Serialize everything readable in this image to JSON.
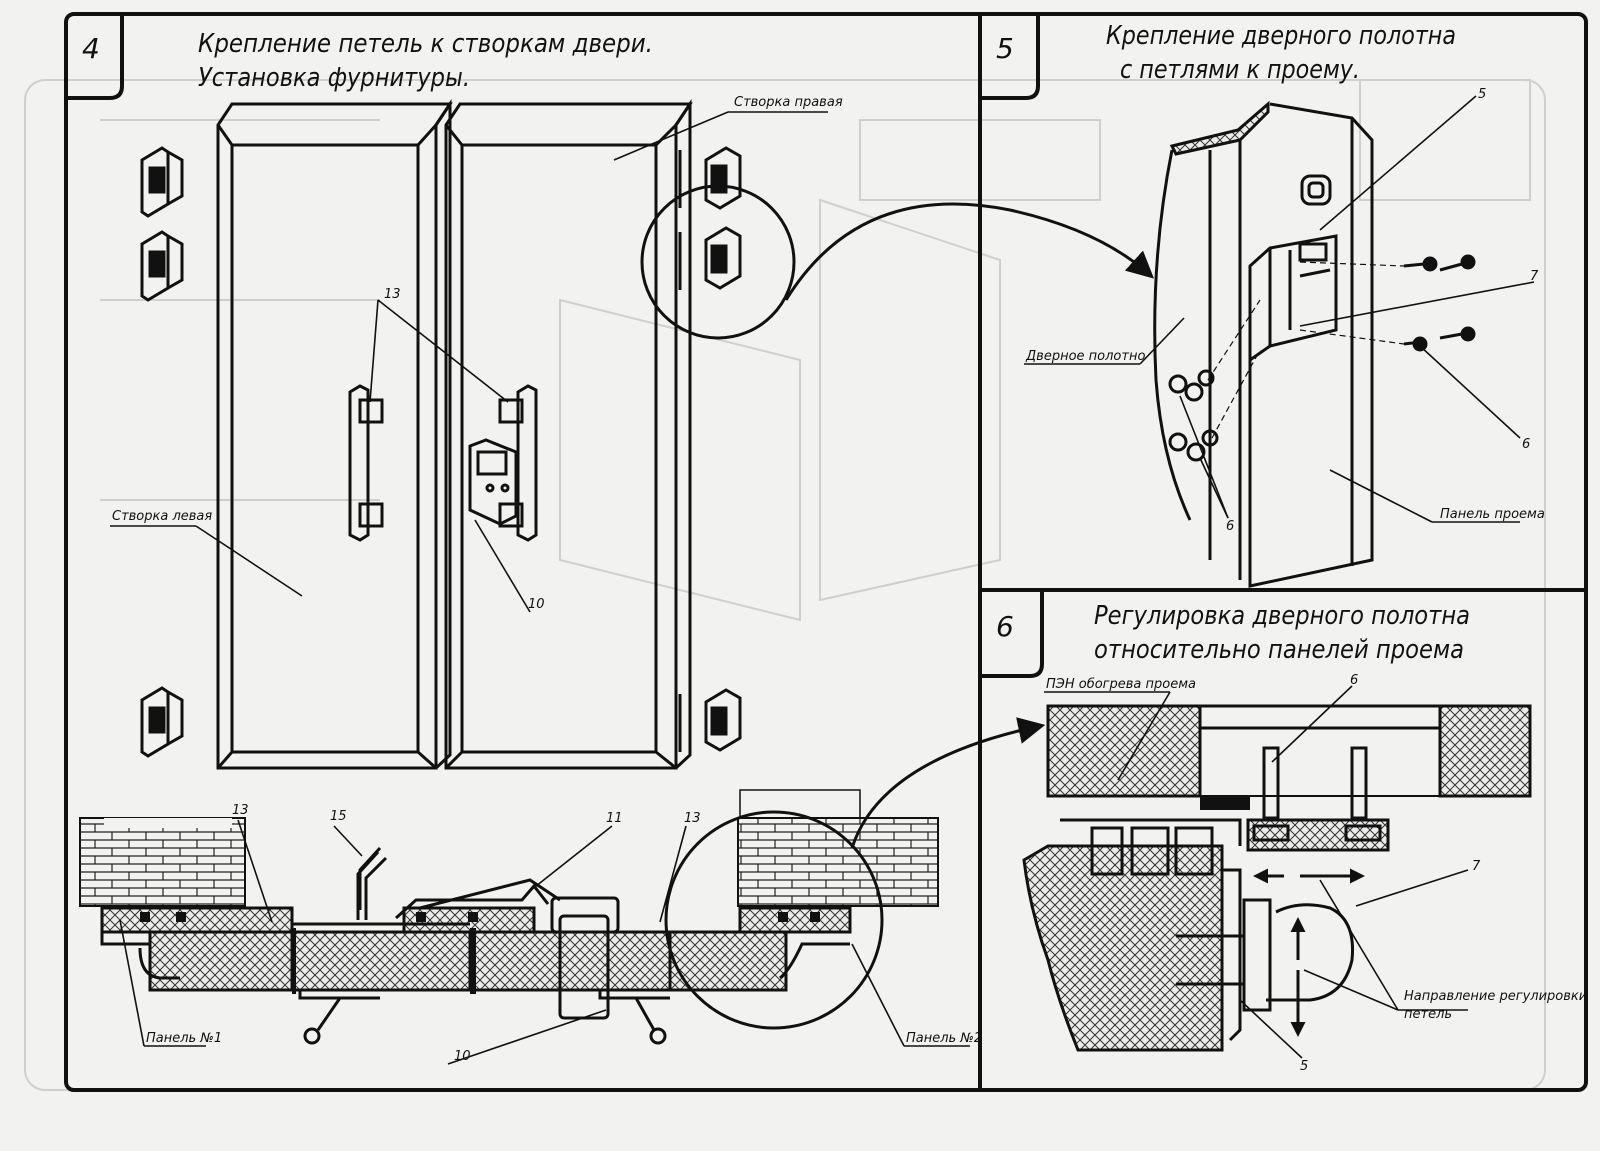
{
  "panels": [
    {
      "number": "4",
      "title_line1": "Крепление петель к створкам двери.",
      "title_line2": "Установка фурнитуры."
    },
    {
      "number": "5",
      "title_line1": "Крепление дверного полотна",
      "title_line2": "с петлями к проему."
    },
    {
      "number": "6",
      "title_line1": "Регулировка дверного полотна",
      "title_line2": "относительно панелей проема"
    }
  ],
  "labels": {
    "right_leaf": "Створка правая",
    "left_leaf": "Створка левая",
    "panel_1": "Панель №1",
    "panel_2": "Панель №2",
    "door_leaf": "Дверное полотно",
    "opening_panel": "Панель проема",
    "heater": "ПЭН обогрева проема",
    "adjust_line1": "Направление регулировки",
    "adjust_line2": "петель"
  },
  "callouts": {
    "c13_top": "13",
    "c10_top": "10",
    "c13_a": "13",
    "c15": "15",
    "c11": "11",
    "c13_b": "13",
    "c10_bottom": "10",
    "p5_5": "5",
    "p5_7": "7",
    "p5_6_right": "6",
    "p5_6_bottom": "6",
    "p6_6": "6",
    "p6_7": "7",
    "p6_5": "5"
  },
  "colors": {
    "line": "#111111",
    "paper": "#f2f2f0",
    "ghost": "#c9c9c6"
  }
}
